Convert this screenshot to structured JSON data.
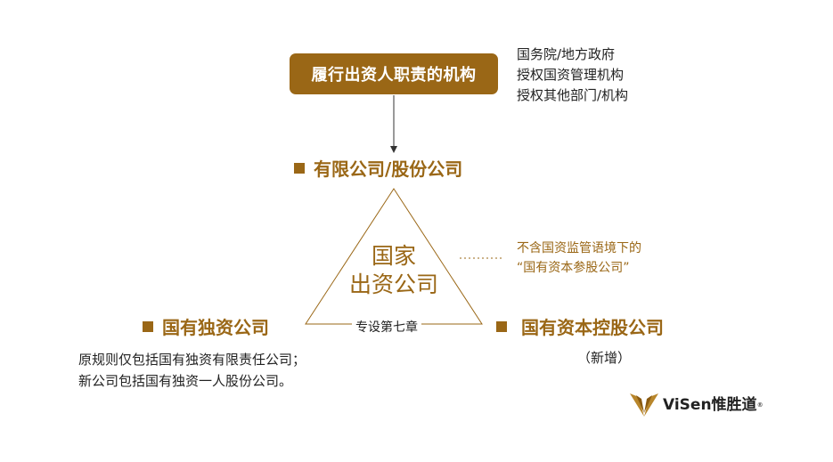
{
  "top_box": {
    "label": "履行出资人职责的机构"
  },
  "gov_list": [
    "国务院/地方政府",
    "授权国资管理机构",
    "授权其他部门/机构"
  ],
  "headings": {
    "limited": "有限公司/股份公司",
    "sole": "国有独资公司",
    "holding": "国有资本控股公司"
  },
  "triangle": {
    "line1": "国家",
    "line2": "出资公司",
    "chapter": "专设第七章"
  },
  "note": {
    "line1": "不含国资监管语境下的",
    "line2": "“国有资本参股公司”"
  },
  "sole_desc": {
    "line1": "原规则仅包括国有独资有限责任公司；",
    "line2": "新公司包括国有独资一人股份公司。"
  },
  "holding_tag": "（新增）",
  "logo": {
    "name": "ViSen惟胜道",
    "reg": "®"
  },
  "colors": {
    "brand": "#9a6716",
    "text": "#222222"
  }
}
